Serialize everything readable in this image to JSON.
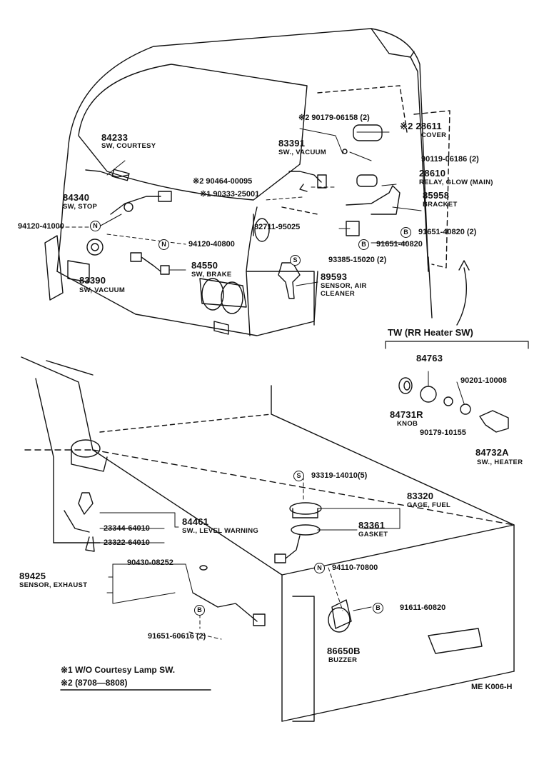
{
  "labels": {
    "p84233": "84233",
    "d84233": "SW, COURTESY",
    "p84340": "84340",
    "d84340": "SW, STOP",
    "p9412041000": "94120-41000",
    "p83390": "83390",
    "d83390": "SW, VACUUM",
    "p9412040800": "94120-40800",
    "p84550": "84550",
    "d84550": "SW, BRAKE",
    "p83391": "83391",
    "d83391": "SW., VACUUM",
    "p9017906158": "※2 90179-06158 (2)",
    "p28611": "※2 28611",
    "d28611": "COVER",
    "p9011906186": "90119-06186 (2)",
    "p9046400095": "※2 90464-00095",
    "p9033325001": "※1 90333-25001",
    "p28610": "28610",
    "d28610": "RELAY, GLOW (MAIN)",
    "p85958": "85958",
    "d85958": "BRACKET",
    "p8271195025": "82711-95025",
    "p9165140820a": "91651-40820 (2)",
    "p9165140820b": "91651-40820",
    "p9338515020": "93385-15020 (2)",
    "p89593": "89593",
    "d89593a": "SENSOR, AIR",
    "d89593b": "CLEANER",
    "tw_header": "TW  (RR Heater SW)",
    "p84763": "84763",
    "p9020110008": "90201-10008",
    "p84731R": "84731R",
    "d84731R": "KNOB",
    "p9017910155": "90179-10155",
    "p84732A": "84732A",
    "d84732A": "SW., HEATER",
    "p9331914010": "93319-14010(5)",
    "p83320": "83320",
    "d83320": "GAGE, FUEL",
    "p83361": "83361",
    "d83361": "GASKET",
    "p84461": "84461",
    "d84461": "SW., LEVEL WARNING",
    "p2334464010": "23344-64010",
    "p2332264010": "23322-64010",
    "p89425": "89425",
    "d89425": "SENSOR, EXHAUST",
    "p9043008252": "90430-08252",
    "p9411070800": "94110-70800",
    "p9161160820": "91611-60820",
    "p86650B": "86650B",
    "d86650B": "BUZZER",
    "p9165160616": "91651-60616 (2)",
    "note1": "※1 W/O Courtesy Lamp SW.",
    "note2": "※2 (8708—8808)",
    "code": "ME  K006-H"
  },
  "markers": {
    "N": "N",
    "B": "B",
    "S": "S"
  }
}
